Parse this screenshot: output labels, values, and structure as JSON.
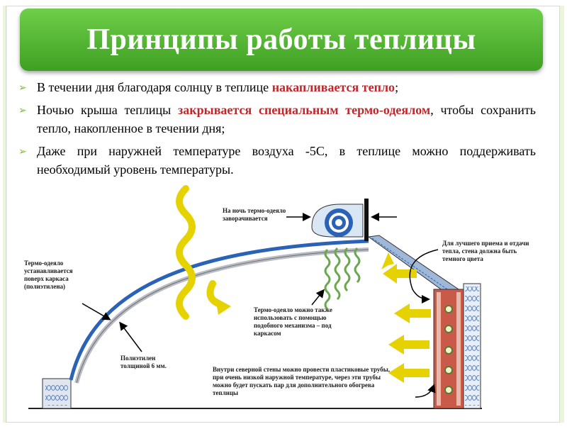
{
  "title": "Принципы работы теплицы",
  "bullets": [
    {
      "parts": [
        {
          "text": "В течении дня благодаря солнцу в теплице ",
          "hl": false
        },
        {
          "text": "накапливается тепло",
          "hl": true
        },
        {
          "text": ";",
          "hl": false
        }
      ]
    },
    {
      "parts": [
        {
          "text": "Ночью крыша теплицы ",
          "hl": false
        },
        {
          "text": "закрывается специальным термо-одеялом",
          "hl": true
        },
        {
          "text": ", чтобы сохранить тепло, накопленное в течении дня;",
          "hl": false
        }
      ]
    },
    {
      "parts": [
        {
          "text": "Даже при наружней температуре воздуха -5С, в теплице можно поддерживать необходимый уровень температуры.",
          "hl": false
        }
      ]
    }
  ],
  "bullet_icon": "arrow-right-icon",
  "labels": {
    "blanket_night": "На ночь термо-одеяло\nзаворачивается",
    "dark_wall": "Для лучшего приема и отдачи\nтепла, стена должна быть\nтемного цвета",
    "blanket_frame": "Термо-одеяло\nустанавливается\nповерх каркаса\n(полиэтилена)",
    "blanket_mechanism": "Термо-одеяло можно также\nиспользовать с помощью\nподобного механизма – под\nкаркасом",
    "polyethylene": "Полиэтилен\nтолщиной 6 мм.",
    "pipes": "Внутри северной стены можно провести пластиковые трубы,\nпри очень низкой наружной температуре, через эти трубы\nможно будет пускать пар для дополнительного обогрева\nтеплицы"
  },
  "colors": {
    "title_green": "#4caf2c",
    "highlight_red": "#c0262a",
    "bullet_green": "#7dbb3a",
    "sun_yellow": "#e6d200",
    "blanket_blue": "#2a62b8",
    "wall_red": "#b8473c",
    "insulation_blue": "#7ba7d8",
    "coil_green": "#6aa84f"
  }
}
